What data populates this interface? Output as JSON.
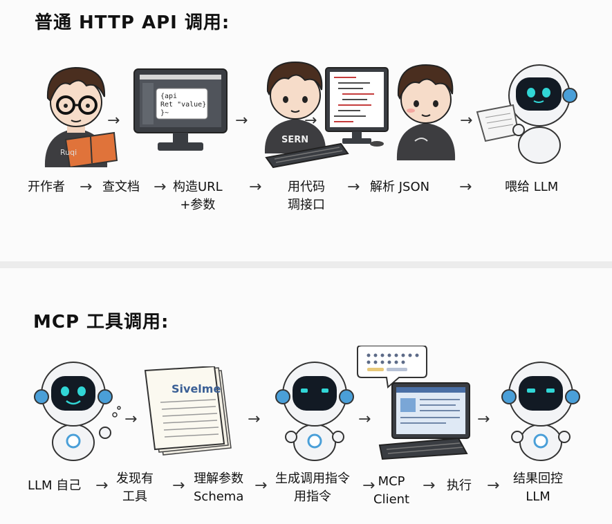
{
  "top": {
    "title": "普通 HTTP API 调用:",
    "code_snippet": {
      "line1": "{api",
      "line2": "  Ret \"value}",
      "line3": "}~"
    },
    "hoodie_text": "SERN",
    "steps": [
      {
        "label": "开作者"
      },
      {
        "label": "查文档"
      },
      {
        "line1": "构造URL",
        "line2": "+参数"
      },
      {
        "line1": "用代码",
        "line2": "琱接口"
      },
      {
        "label": "解析 JSON"
      },
      {
        "label": "喂给 LLM"
      }
    ],
    "arrow": "→"
  },
  "bottom": {
    "title": "MCP 工具调用:",
    "doc_title": "Sivelme",
    "steps": [
      {
        "label": "LLM 自己"
      },
      {
        "line1": "发现有",
        "line2": "工具"
      },
      {
        "line1": "理解参数",
        "line2": "Schema"
      },
      {
        "line1": "生成调用指令",
        "line2": "用指令"
      },
      {
        "line1": "MCP",
        "line2": "Client"
      },
      {
        "label": "执行"
      },
      {
        "line1": "结果回控",
        "line2": "LLM"
      }
    ],
    "arrow": "→"
  },
  "colors": {
    "robot_screen": "#121a24",
    "robot_eye": "#31d6d6",
    "robot_accent": "#4a9fd8",
    "hoodie": "#3d3d40",
    "hair": "#4a2e1f",
    "book": "#e0733a",
    "monitor": "#3a3d42"
  },
  "icons": [
    "developer-reading-book",
    "monitor-code",
    "developer-typing",
    "developer-monitor-code",
    "developer-pointing",
    "robot-reading-paper",
    "robot-thinking",
    "schema-document",
    "robot-idle",
    "mcp-client-computer-bubble",
    "robot-result"
  ]
}
